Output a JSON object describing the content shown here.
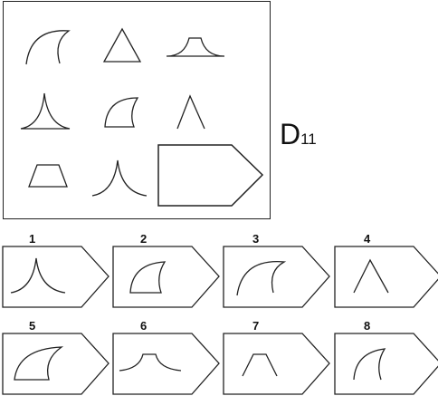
{
  "puzzle_id": {
    "letter": "D",
    "number": "11"
  },
  "answer_numbers": [
    "1",
    "2",
    "3",
    "4",
    "5",
    "6",
    "7",
    "8"
  ]
}
